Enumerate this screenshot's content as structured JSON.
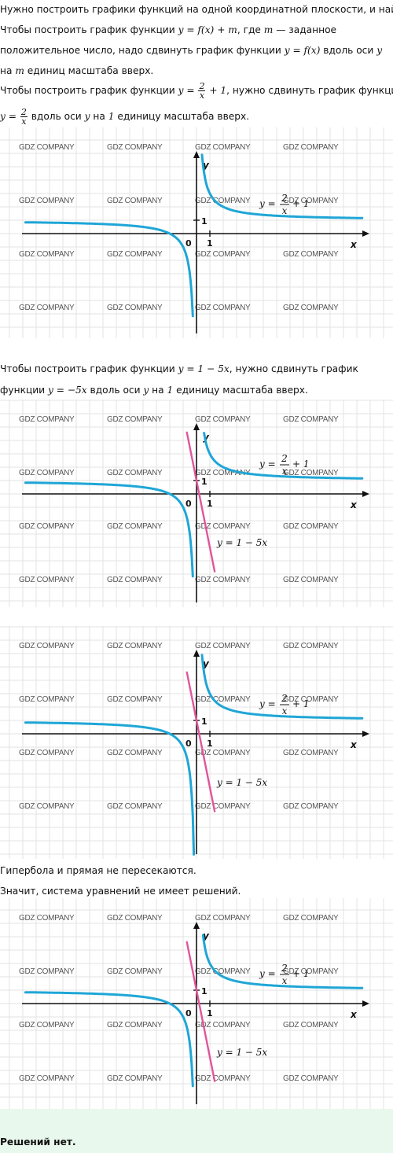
{
  "text": {
    "line1": "Нужно построить графики функций на одной координатной плоскости, и найти",
    "p2_a": "Чтобы построить график функции",
    "p2_f": "y = f(x) + m",
    "p2_b": ", где",
    "p2_m": "m",
    "p2_c": " — заданное",
    "p2_line2_a": "положительное число, надо сдвинуть график функции",
    "p2_fx": "y = f(x)",
    "p2_line2_b": " вдоль оси",
    "p2_y": "y",
    "p2_line3_a": "на",
    "p2_line3_m": "m",
    "p2_line3_b": " единиц масштаба вверх.",
    "p3_a": "Чтобы построить график функции",
    "p3_y": "y =",
    "p3_num": "2",
    "p3_den": "x",
    "p3_tail": "+ 1",
    "p3_b": ", нужно сдвинуть график функции",
    "p3_line2_y": "y =",
    "p3_line2_num": "2",
    "p3_line2_den": "x",
    "p3_line2_b": " вдоль оси",
    "p3_line2_axis": "y",
    "p3_line2_c": " на",
    "p3_line2_one": "1",
    "p3_line2_d": " единицу масштаба вверх.",
    "p4_a": "Чтобы построить график функции",
    "p4_f": "y = 1 − 5x",
    "p4_b": ", нужно сдвинуть график",
    "p4_line2_a": "функции",
    "p4_line2_f": "y = −5x",
    "p4_line2_b": " вдоль оси",
    "p4_line2_y": "y",
    "p4_line2_c": " на",
    "p4_line2_one": "1",
    "p4_line2_d": " единицу масштаба вверх.",
    "p5_line1": "Гипербола и прямая не пересекаются.",
    "p5_line2": "Значит, система уравнений не имеет решений.",
    "answer": "Решений нет."
  },
  "graph_labels": {
    "y_axis": "y",
    "x_axis": "x",
    "origin": "0",
    "one_x": "1",
    "one_y": "1",
    "hyperbola_y": "y =",
    "hyperbola_num": "2",
    "hyperbola_den": "x",
    "hyperbola_tail": "+ 1",
    "line_label": "y = 1 − 5x"
  },
  "watermark": "GDZ COMPANY",
  "colors": {
    "hyperbola": "#1fa6d6",
    "line": "#e0559b",
    "grid": "#e3e3e3",
    "axis": "#111111",
    "answer_band": "#e8f8ec"
  },
  "chart_data": [
    {
      "type": "line",
      "title": "",
      "series": [
        {
          "name": "y = 2/x + 1",
          "function": "2/x + 1",
          "x_range": [
            -10,
            10
          ]
        }
      ],
      "xlabel": "x",
      "ylabel": "y",
      "grid": true
    },
    {
      "type": "line",
      "title": "",
      "series": [
        {
          "name": "y = 2/x + 1",
          "function": "2/x + 1",
          "x_range": [
            -10,
            10
          ]
        },
        {
          "name": "y = 1 − 5x",
          "function": "1 - 5x",
          "x_range": [
            -1.2,
            1.2
          ]
        }
      ],
      "xlabel": "x",
      "ylabel": "y",
      "grid": true
    },
    {
      "type": "line",
      "title": "",
      "series": [
        {
          "name": "y = 2/x + 1",
          "function": "2/x + 1",
          "x_range": [
            -10,
            10
          ]
        },
        {
          "name": "y = 1 − 5x",
          "function": "1 - 5x",
          "x_range": [
            -1.2,
            1.2
          ]
        }
      ],
      "xlabel": "x",
      "ylabel": "y",
      "grid": true
    },
    {
      "type": "line",
      "title": "",
      "series": [
        {
          "name": "y = 2/x + 1",
          "function": "2/x + 1",
          "x_range": [
            -10,
            10
          ]
        },
        {
          "name": "y = 1 − 5x",
          "function": "1 - 5x",
          "x_range": [
            -1.2,
            1.2
          ]
        }
      ],
      "xlabel": "x",
      "ylabel": "y",
      "grid": true
    }
  ]
}
